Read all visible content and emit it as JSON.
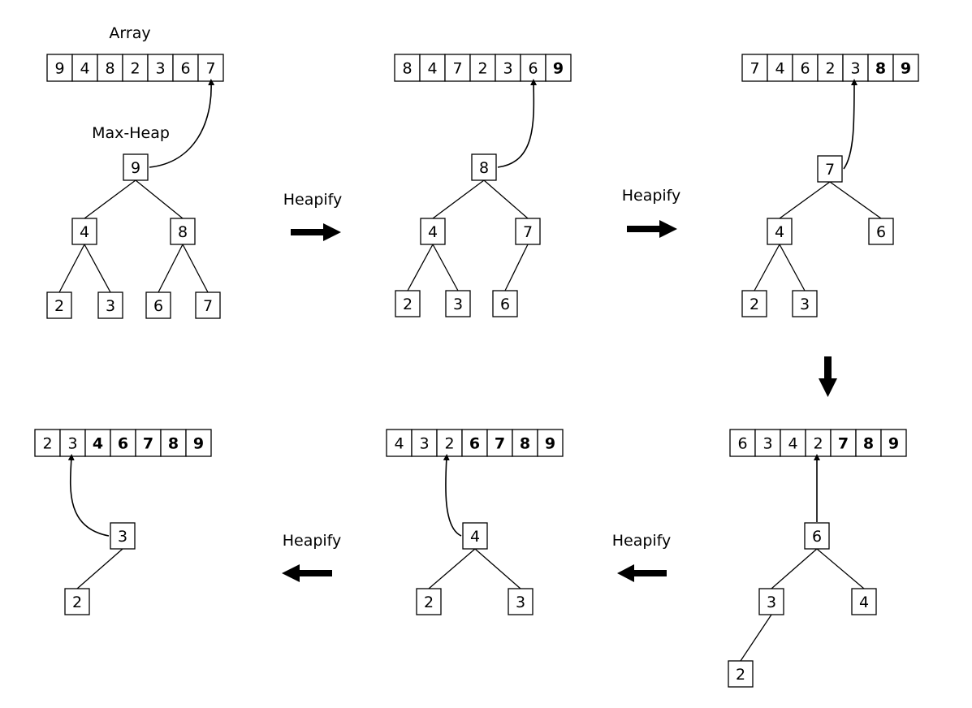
{
  "labels": {
    "array": "Array",
    "max_heap": "Max-Heap",
    "heapify": "Heapify"
  },
  "steps": [
    {
      "array": [
        {
          "v": "9",
          "sorted": false
        },
        {
          "v": "4",
          "sorted": false
        },
        {
          "v": "8",
          "sorted": false
        },
        {
          "v": "2",
          "sorted": false
        },
        {
          "v": "3",
          "sorted": false
        },
        {
          "v": "6",
          "sorted": false
        },
        {
          "v": "7",
          "sorted": false
        }
      ],
      "nodes": [
        {
          "id": "a",
          "v": "9"
        },
        {
          "id": "b",
          "v": "4"
        },
        {
          "id": "c",
          "v": "8"
        },
        {
          "id": "d",
          "v": "2"
        },
        {
          "id": "e",
          "v": "3"
        },
        {
          "id": "f",
          "v": "6"
        },
        {
          "id": "g",
          "v": "7"
        }
      ],
      "edges": [
        [
          "a",
          "b"
        ],
        [
          "a",
          "c"
        ],
        [
          "b",
          "d"
        ],
        [
          "b",
          "e"
        ],
        [
          "c",
          "f"
        ],
        [
          "c",
          "g"
        ]
      ]
    },
    {
      "array": [
        {
          "v": "8",
          "sorted": false
        },
        {
          "v": "4",
          "sorted": false
        },
        {
          "v": "7",
          "sorted": false
        },
        {
          "v": "2",
          "sorted": false
        },
        {
          "v": "3",
          "sorted": false
        },
        {
          "v": "6",
          "sorted": false
        },
        {
          "v": "9",
          "sorted": true
        }
      ],
      "nodes": [
        {
          "id": "a",
          "v": "8"
        },
        {
          "id": "b",
          "v": "4"
        },
        {
          "id": "c",
          "v": "7"
        },
        {
          "id": "d",
          "v": "2"
        },
        {
          "id": "e",
          "v": "3"
        },
        {
          "id": "f",
          "v": "6"
        }
      ],
      "edges": [
        [
          "a",
          "b"
        ],
        [
          "a",
          "c"
        ],
        [
          "b",
          "d"
        ],
        [
          "b",
          "e"
        ],
        [
          "c",
          "f"
        ]
      ]
    },
    {
      "array": [
        {
          "v": "7",
          "sorted": false
        },
        {
          "v": "4",
          "sorted": false
        },
        {
          "v": "6",
          "sorted": false
        },
        {
          "v": "2",
          "sorted": false
        },
        {
          "v": "3",
          "sorted": false
        },
        {
          "v": "8",
          "sorted": true
        },
        {
          "v": "9",
          "sorted": true
        }
      ],
      "nodes": [
        {
          "id": "a",
          "v": "7"
        },
        {
          "id": "b",
          "v": "4"
        },
        {
          "id": "c",
          "v": "6"
        },
        {
          "id": "d",
          "v": "2"
        },
        {
          "id": "e",
          "v": "3"
        }
      ],
      "edges": [
        [
          "a",
          "b"
        ],
        [
          "a",
          "c"
        ],
        [
          "b",
          "d"
        ],
        [
          "b",
          "e"
        ]
      ]
    },
    {
      "array": [
        {
          "v": "6",
          "sorted": false
        },
        {
          "v": "3",
          "sorted": false
        },
        {
          "v": "4",
          "sorted": false
        },
        {
          "v": "2",
          "sorted": false
        },
        {
          "v": "7",
          "sorted": true
        },
        {
          "v": "8",
          "sorted": true
        },
        {
          "v": "9",
          "sorted": true
        }
      ],
      "nodes": [
        {
          "id": "a",
          "v": "6"
        },
        {
          "id": "b",
          "v": "3"
        },
        {
          "id": "c",
          "v": "4"
        },
        {
          "id": "d",
          "v": "2"
        }
      ],
      "edges": [
        [
          "a",
          "b"
        ],
        [
          "a",
          "c"
        ],
        [
          "b",
          "d"
        ]
      ]
    },
    {
      "array": [
        {
          "v": "4",
          "sorted": false
        },
        {
          "v": "3",
          "sorted": false
        },
        {
          "v": "2",
          "sorted": false
        },
        {
          "v": "6",
          "sorted": true
        },
        {
          "v": "7",
          "sorted": true
        },
        {
          "v": "8",
          "sorted": true
        },
        {
          "v": "9",
          "sorted": true
        }
      ],
      "nodes": [
        {
          "id": "a",
          "v": "4"
        },
        {
          "id": "b",
          "v": "2"
        },
        {
          "id": "c",
          "v": "3"
        }
      ],
      "edges": [
        [
          "a",
          "b"
        ],
        [
          "a",
          "c"
        ]
      ]
    },
    {
      "array": [
        {
          "v": "2",
          "sorted": false
        },
        {
          "v": "3",
          "sorted": false
        },
        {
          "v": "4",
          "sorted": true
        },
        {
          "v": "6",
          "sorted": true
        },
        {
          "v": "7",
          "sorted": true
        },
        {
          "v": "8",
          "sorted": true
        },
        {
          "v": "9",
          "sorted": true
        }
      ],
      "nodes": [
        {
          "id": "a",
          "v": "3"
        },
        {
          "id": "b",
          "v": "2"
        }
      ],
      "edges": [
        [
          "a",
          "b"
        ]
      ]
    }
  ]
}
